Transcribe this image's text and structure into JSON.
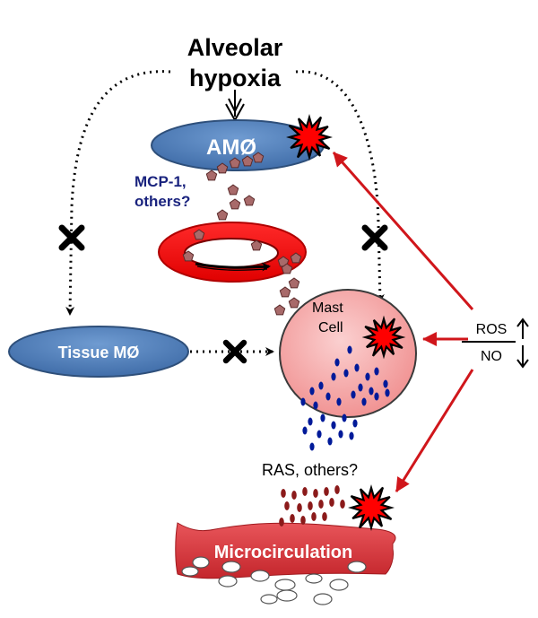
{
  "title_line1": "Alveolar",
  "title_line2": "hypoxia",
  "amo_label": "AMØ",
  "mcp_line1": "MCP-1,",
  "mcp_line2": "others?",
  "tissue_label": "Tissue MØ",
  "mast_line1": "Mast",
  "mast_line2": "Cell",
  "ros_label": "ROS",
  "no_label": "NO",
  "ras_label": "RAS, others?",
  "micro_label": "Microcirculation",
  "colors": {
    "macrophage_blue": "#4f81bd",
    "ring_red": "#ff0000",
    "mast_pink": "#f4a6a6",
    "micro_red": "#d9343a",
    "arrow_red": "#d0161b",
    "pentagon": "#a86a6a",
    "granule_blue": "#001a99",
    "granule_red": "#8b1a1a",
    "mcp_text": "#1a237e"
  },
  "icons": [
    "burst-icon",
    "inhibit-cross-icon",
    "dotted-arrow-icon",
    "red-arrow-icon"
  ]
}
